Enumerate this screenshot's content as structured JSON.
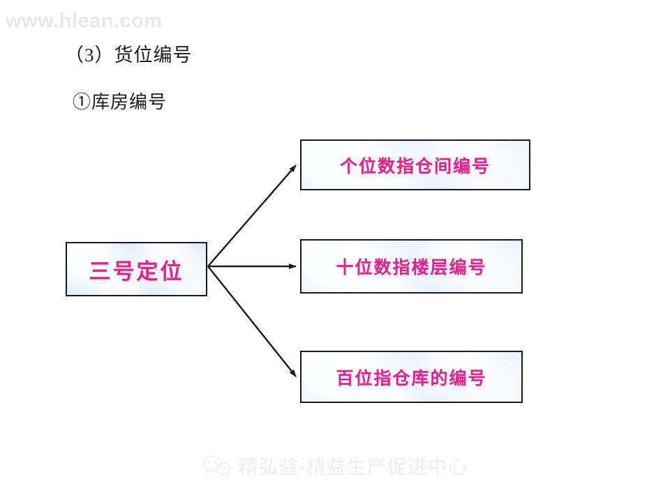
{
  "watermark": {
    "text": "www.hlean.com"
  },
  "headings": {
    "main": "（3）货位编号",
    "sub": "①库房编号"
  },
  "diagram": {
    "source_node": {
      "label": "三号定位"
    },
    "target_nodes": [
      {
        "label": "个位数指仓间编号"
      },
      {
        "label": "十位数指楼层编号"
      },
      {
        "label": "百位指仓库的编号"
      }
    ],
    "connectors": [
      {
        "name": "arrow-to-ones"
      },
      {
        "name": "arrow-to-tens"
      },
      {
        "name": "arrow-to-hundreds"
      }
    ],
    "colors": {
      "node_fill": "#dde9f6",
      "node_border": "#1a1a1a",
      "node_text": "#e6218c",
      "arrow": "#1a1a1a"
    }
  },
  "footer": {
    "icon": "wechat-icon",
    "text": "精弘益-精益生产促进中心"
  }
}
